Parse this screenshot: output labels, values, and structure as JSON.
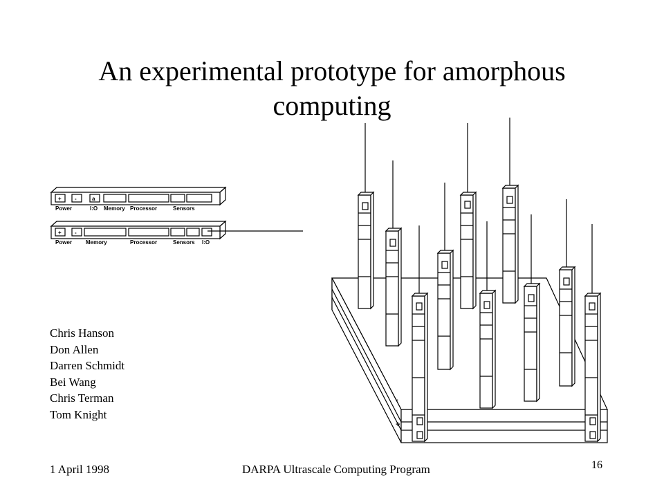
{
  "slide": {
    "title": "An experimental prototype for amorphous computing",
    "authors": [
      "Chris Hanson",
      "Don Allen",
      "Darren Schmidt",
      "Bei Wang",
      "Chris Terman",
      "Tom Knight"
    ],
    "footer_date": "1 April 1998",
    "footer_program": "DARPA Ultrascale Computing Program",
    "page_number": "16"
  },
  "module_top": {
    "labels": [
      "Power",
      "I:O",
      "Memory",
      "Processor",
      "Sensors"
    ],
    "button_plus": "+",
    "button_minus": "-",
    "button_a": "a"
  },
  "module_bottom": {
    "labels": [
      "Power",
      "Memory",
      "Processor",
      "Sensors",
      "I:O"
    ],
    "button_plus": "+",
    "button_minus": "-"
  },
  "board": {
    "rail_minus": "-",
    "rail_plus": "+"
  }
}
